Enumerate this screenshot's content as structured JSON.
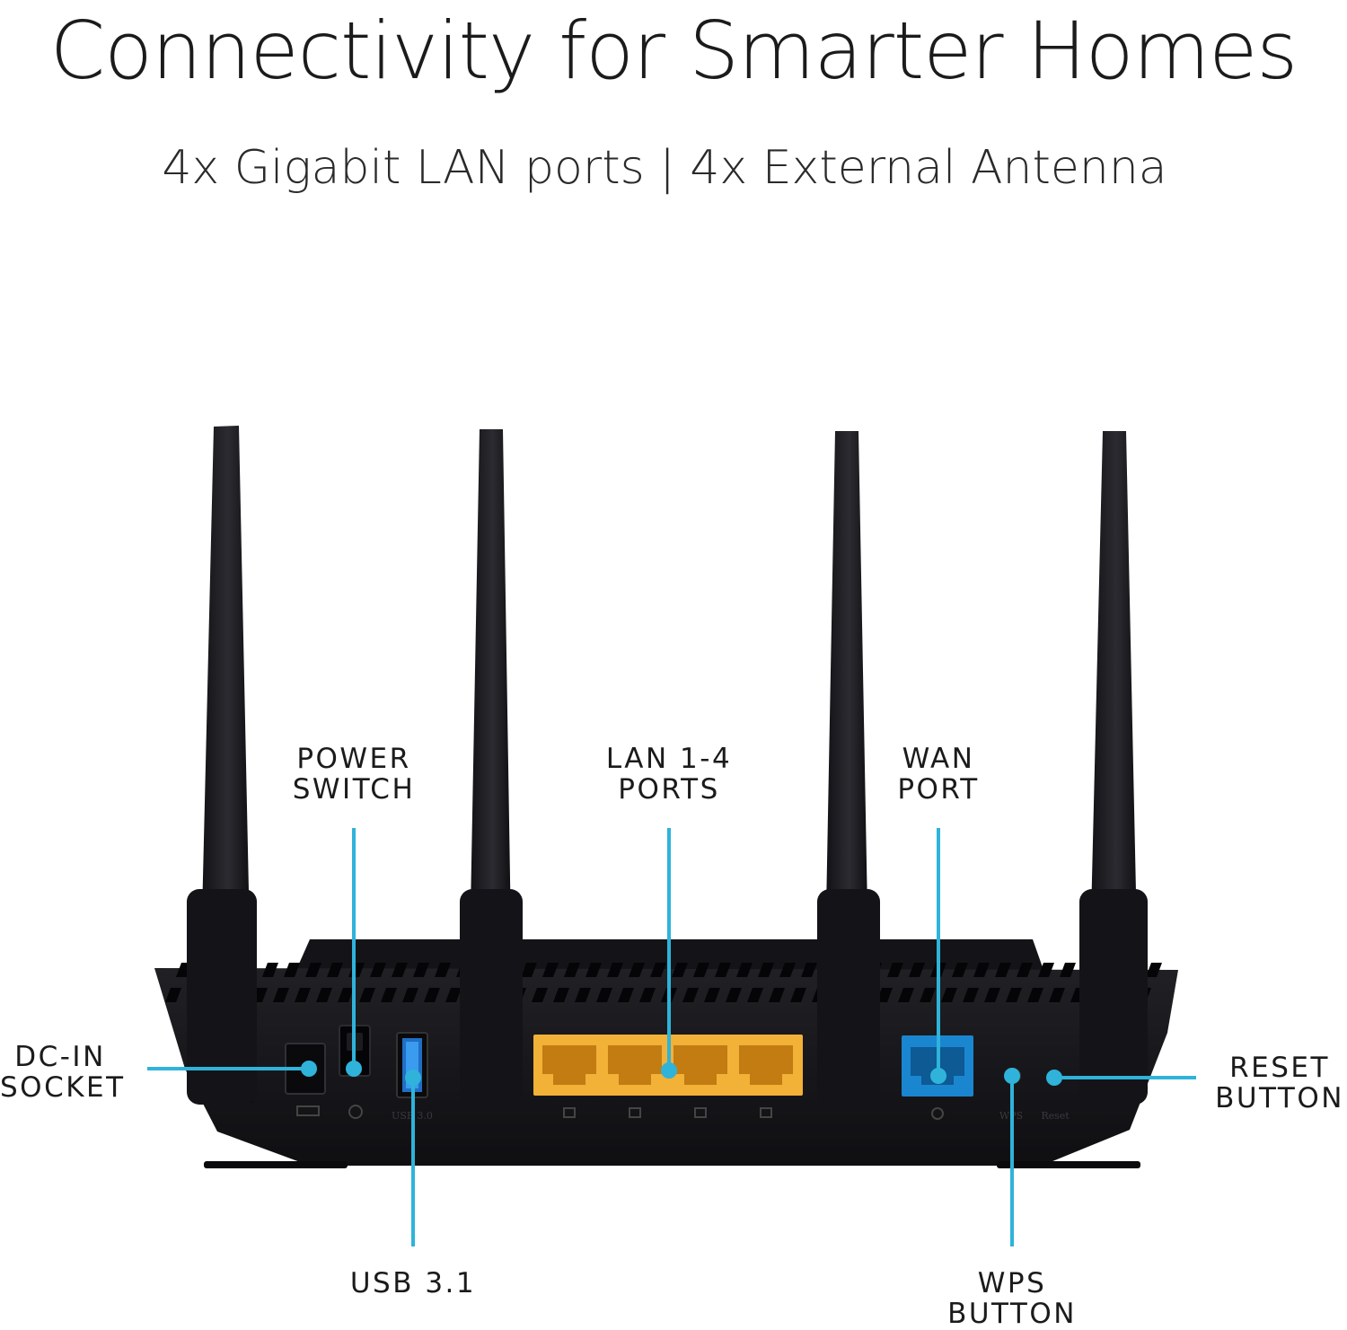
{
  "header": {
    "title": "Connectivity for Smarter Homes",
    "subtitle": "4x Gigabit LAN ports | 4x External Antenna"
  },
  "callouts": {
    "power_switch": [
      "POWER",
      "SWITCH"
    ],
    "lan_ports": [
      "LAN 1-4",
      "PORTS"
    ],
    "wan_port": [
      "WAN",
      "PORT"
    ],
    "dc_in": [
      "DC-IN",
      "SOCKET"
    ],
    "reset_button": [
      "RESET",
      "BUTTON"
    ],
    "usb": [
      "USB 3.1"
    ],
    "wps_button": [
      "WPS",
      "BUTTON"
    ]
  },
  "port_markings": {
    "usb": "USB 3.0",
    "wps": "WPS",
    "reset": "Reset"
  },
  "colors": {
    "callout_line": "#2fb3da",
    "lan_port": "#f2b137",
    "wan_port": "#1a86cf",
    "router_body": "#17171b"
  }
}
